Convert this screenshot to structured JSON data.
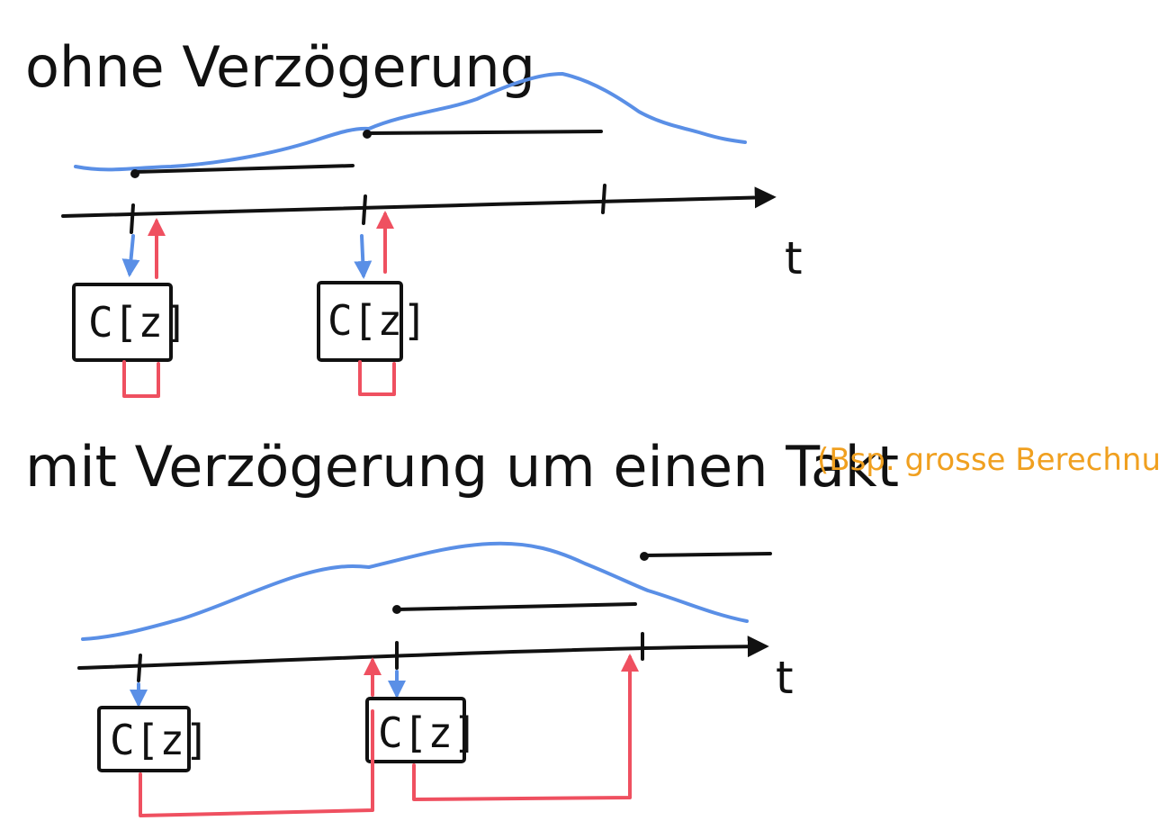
{
  "top": {
    "heading": "ohne Verzögerung",
    "axis_label": "t",
    "box_labels": [
      "C[z]",
      "C[z]"
    ]
  },
  "bottom": {
    "heading": "mit Verzögerung um einen Takt",
    "note": "(Bsp. grosse Berechnung)",
    "axis_label": "t",
    "box_labels": [
      "C[z]",
      "C[z]"
    ]
  },
  "colors": {
    "ink": "#111111",
    "signal": "#5a8fe6",
    "output": "#ef5060",
    "note": "#f0a020"
  }
}
